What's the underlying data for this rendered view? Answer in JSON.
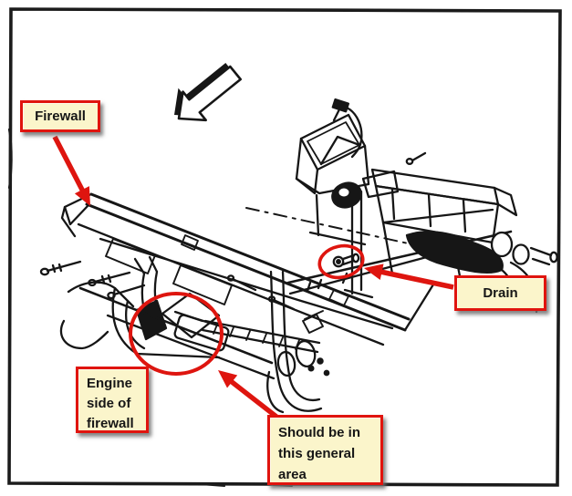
{
  "diagram": {
    "type": "automotive-technical-illustration",
    "callouts": {
      "firewall": {
        "label": "Firewall"
      },
      "drain": {
        "label": "Drain"
      },
      "engine_side": {
        "label": "Engine side of firewall"
      },
      "general_area": {
        "label": "Should be in this general area"
      }
    },
    "icons": {
      "direction_arrow": "large black 3D block arrow pointing down-left"
    },
    "annotations": {
      "highlight_circles": [
        "engine-side-area",
        "drain-fitting"
      ],
      "red_arrows": [
        "firewall-pointer",
        "drain-pointer",
        "general-area-pointer"
      ]
    },
    "colors": {
      "annotation_red": "#de150f",
      "callout_background": "#fbf5cb",
      "callout_border": "#e0140e",
      "line_art": "#161616",
      "frame": "#1b1b1b",
      "background": "#ffffff"
    }
  }
}
